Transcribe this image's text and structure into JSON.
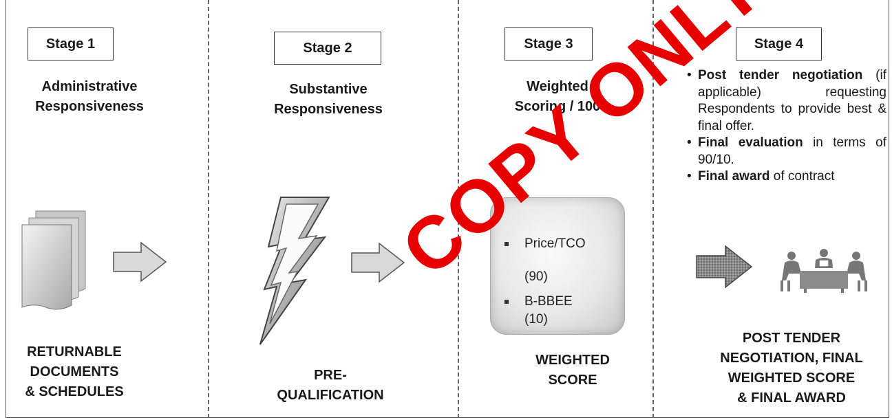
{
  "stages": [
    {
      "label": "Stage 1",
      "heading": [
        "Administrative",
        "Responsiveness"
      ],
      "bottom": [
        "RETURNABLE",
        "DOCUMENTS",
        "& SCHEDULES"
      ]
    },
    {
      "label": "Stage 2",
      "heading": [
        "Substantive",
        "Responsiveness"
      ],
      "bottom": [
        "PRE-",
        "QUALIFICATION"
      ]
    },
    {
      "label": "Stage 3",
      "heading": [
        "Weighted",
        "Scoring / 100"
      ],
      "score_items": [
        "Price/TCO",
        "(90)",
        "B-BBEE",
        "(10)"
      ],
      "bottom": [
        "WEIGHTED",
        "SCORE"
      ]
    },
    {
      "label": "Stage 4",
      "bullets": [
        {
          "bold": "Post tender negotiation",
          "rest": " (if applicable) requesting Respondents to provide best & final offer."
        },
        {
          "bold": "Final evaluation",
          "rest": " in terms of 90/10."
        },
        {
          "bold": "Final award",
          "rest": " of contract"
        }
      ],
      "bottom": [
        "POST TENDER",
        "NEGOTIATION, FINAL",
        "WEIGHTED SCORE",
        "& FINAL AWARD"
      ]
    }
  ],
  "watermark": "COPY ONLY",
  "icons": {
    "stage1": "documents-icon",
    "stage2": "lightning-bolt-icon",
    "stage4": "negotiation-meeting-icon",
    "arrow": "right-arrow-icon"
  },
  "colors": {
    "watermark": "#e60000",
    "arrow_fill": "#d9d9d9",
    "arrow_dark": "#666666"
  }
}
